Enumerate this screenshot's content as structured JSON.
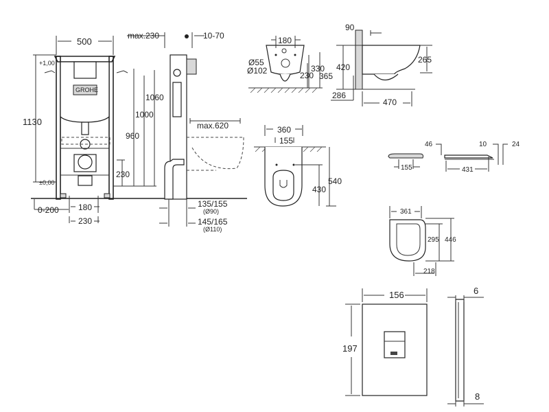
{
  "frame_front": {
    "width": "500",
    "height": "1130",
    "level_top": "+1,00",
    "level_zero": "±0,00",
    "h1060": "1060",
    "h1000": "1000",
    "h960": "960",
    "h230": "230",
    "floor_offset": "0-200",
    "w180": "180",
    "w230": "230",
    "brand": "GROHE"
  },
  "frame_side": {
    "max230": "max.230",
    "wall_gap": "10-70",
    "max620": "max.620",
    "pipe90": "135/155",
    "pipe90_dia": "(Ø90)",
    "pipe110": "145/165",
    "pipe110_dia": "(Ø110)"
  },
  "bowl_back": {
    "w180": "180",
    "d55": "Ø55",
    "d102": "Ø102",
    "h330": "330",
    "h365": "365",
    "h230": "230"
  },
  "bowl_side": {
    "w90": "90",
    "h420": "420",
    "h286": "286",
    "l470": "470",
    "h265": "265"
  },
  "bowl_top": {
    "w360": "360",
    "w155": "155",
    "l430": "430",
    "l540": "540"
  },
  "seat_side": {
    "w155": "155",
    "h46": "46",
    "h10": "10",
    "h24": "24",
    "l431": "431"
  },
  "seat_top": {
    "w361": "361",
    "l295": "295",
    "l446": "446",
    "w218": "218"
  },
  "flush_plate": {
    "width": "156",
    "height": "197",
    "depth_top": "6",
    "depth_bottom": "8"
  }
}
